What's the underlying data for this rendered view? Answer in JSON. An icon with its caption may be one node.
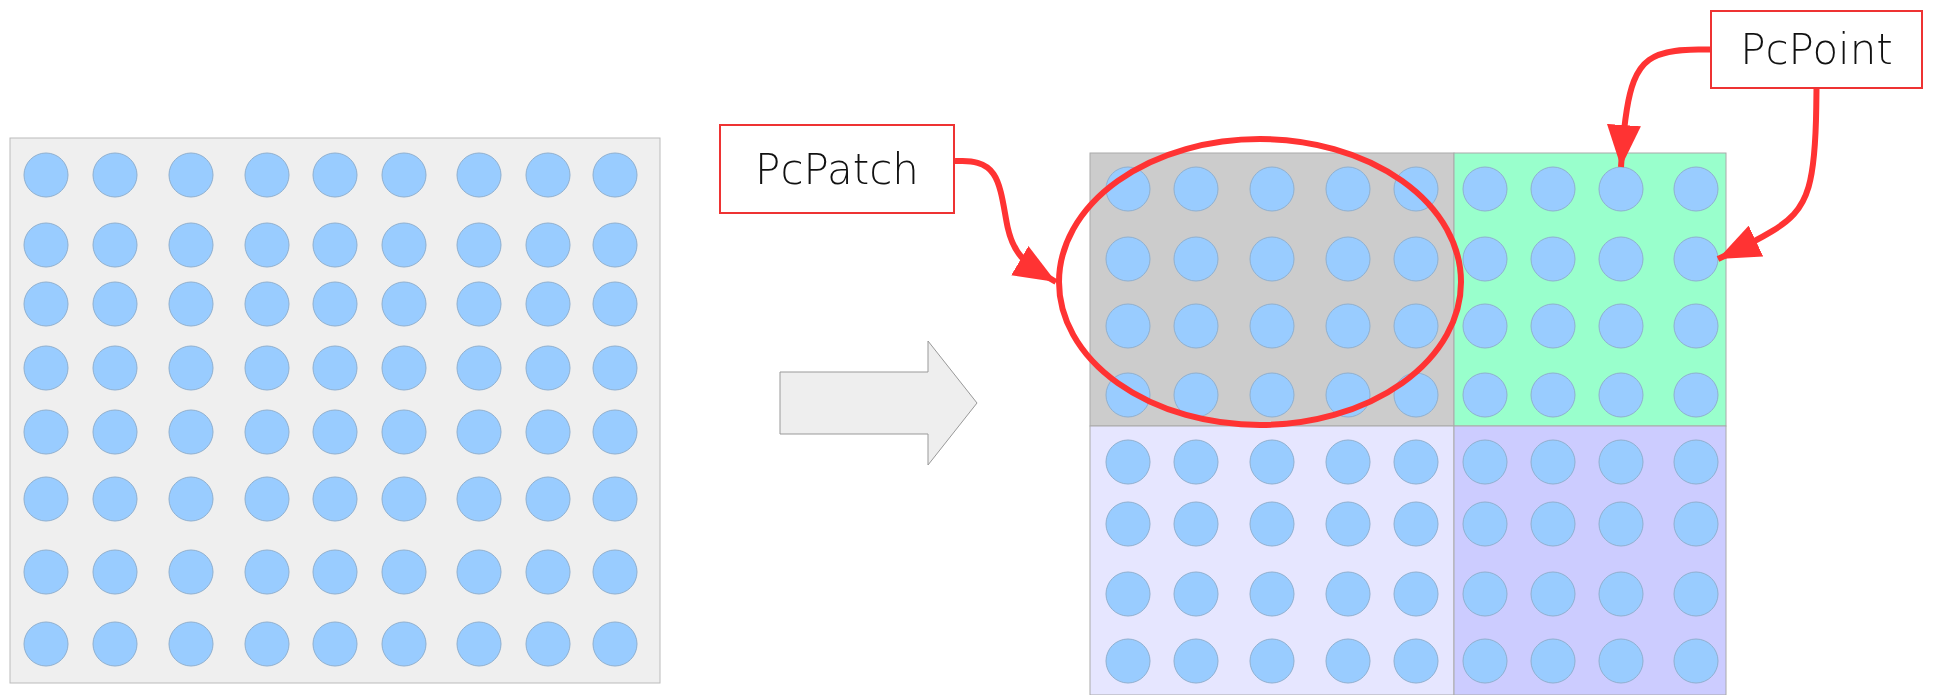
{
  "diagram": {
    "nodes": [
      {
        "text": [],
        "shape": "box"
      },
      {
        "text": [],
        "shape": "box"
      },
      {
        "text": [
          "PcPatch"
        ]
      },
      {
        "text": [],
        "shape": "circle"
      },
      {
        "text": [
          "PcPoint"
        ]
      },
      {
        "text": [],
        "shape": "circle",
        "in": 1
      },
      {
        "text": [],
        "shape": "circle",
        "in": 1
      }
    ],
    "edges": [
      {
        "from": 0,
        "to": 1,
        "arrow": "to"
      },
      {
        "from": 2,
        "to": 3,
        "arrow": "to",
        "color": "#ff3333"
      },
      {
        "from": 4,
        "to": 5,
        "arrow": "to",
        "color": "#ff3333"
      },
      {
        "from": 4,
        "to": 6,
        "arrow": "to",
        "color": "#ff3333"
      }
    ]
  }
}
